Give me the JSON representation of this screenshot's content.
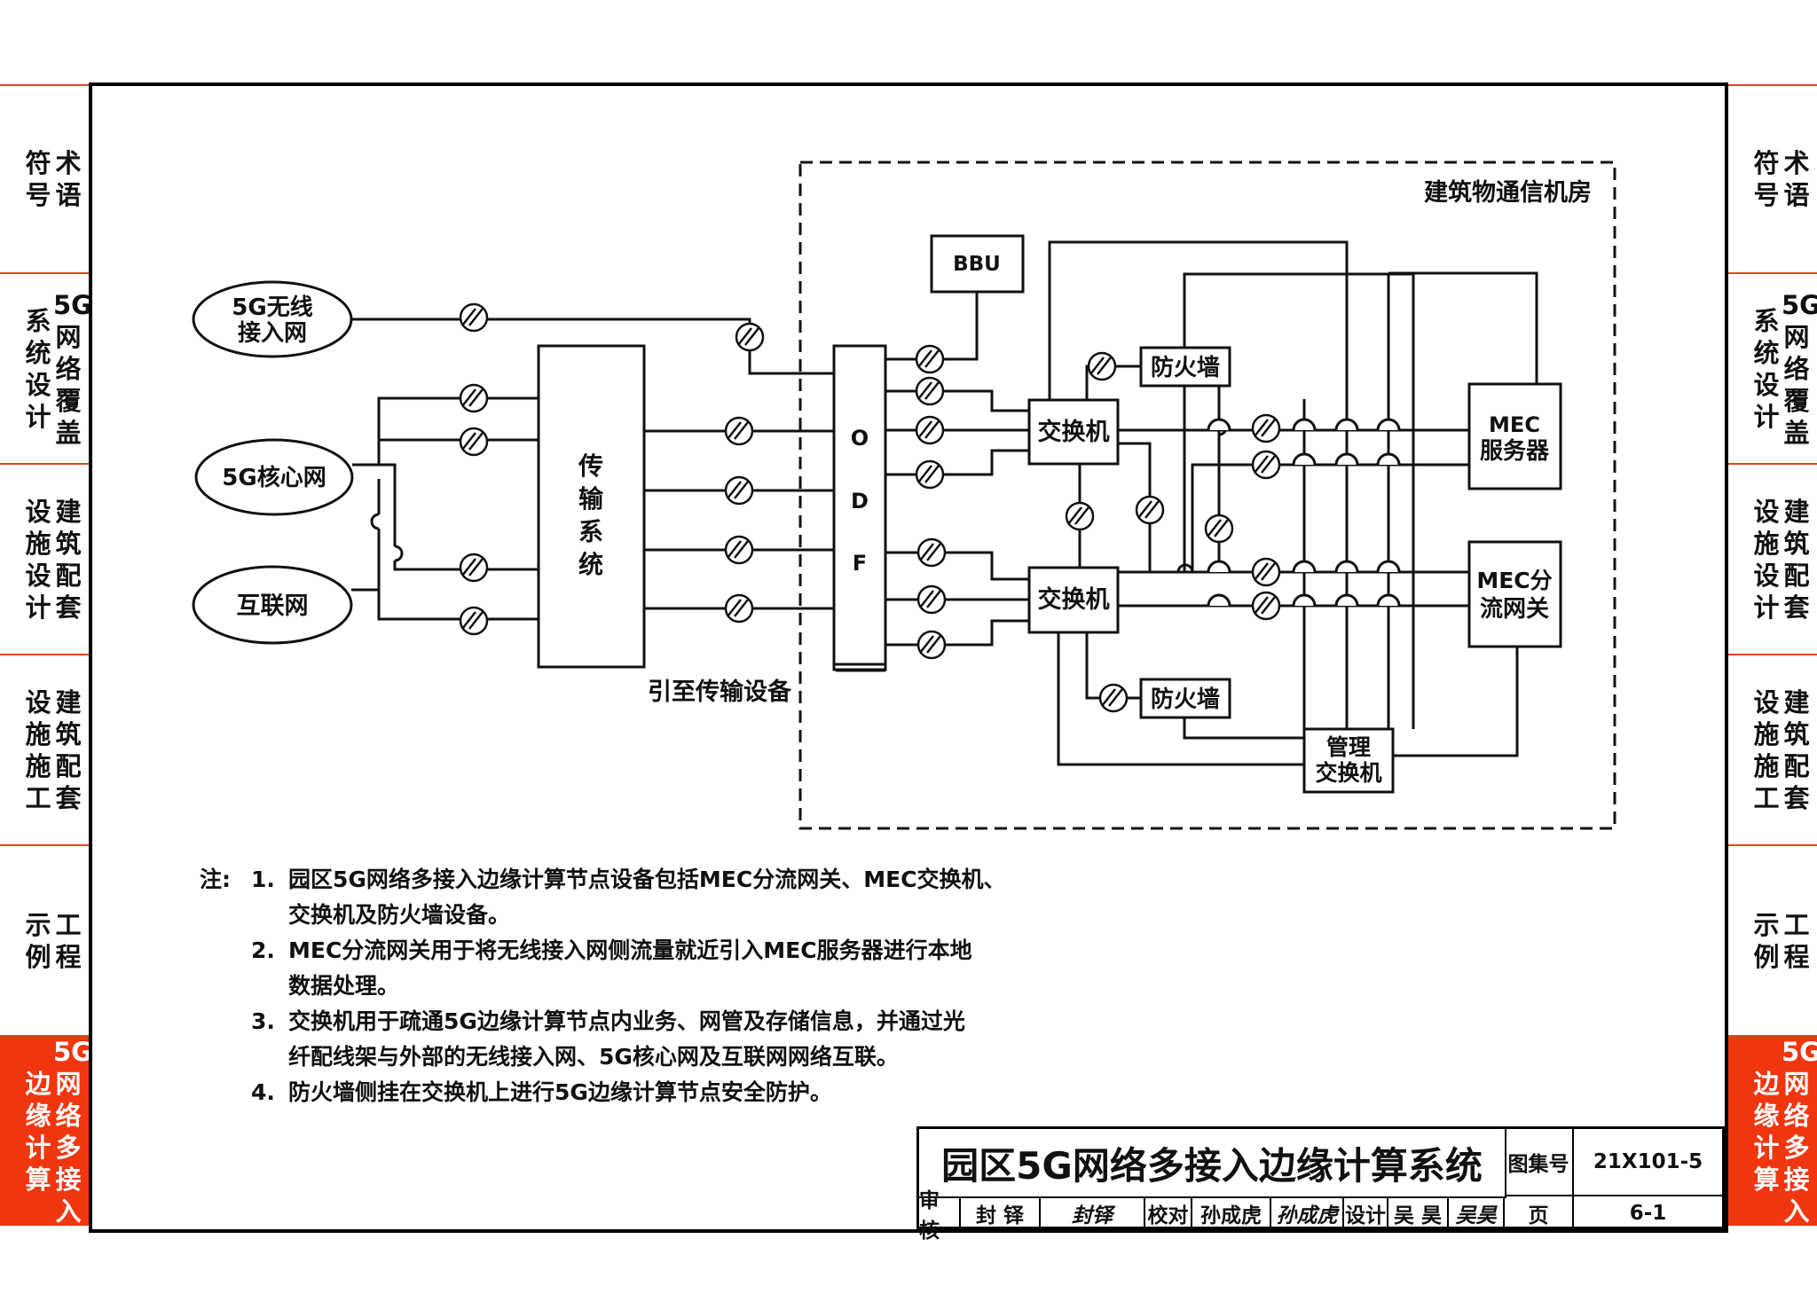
{
  "side_tabs": [
    {
      "lines": [
        "术语",
        "符号"
      ],
      "active": false
    },
    {
      "lines": [
        "5G网络覆盖",
        "系统设计"
      ],
      "active": false
    },
    {
      "lines": [
        "建筑配套",
        "设施设计"
      ],
      "active": false
    },
    {
      "lines": [
        "建筑配套",
        "设施施工"
      ],
      "active": false
    },
    {
      "lines": [
        "工程",
        "示例"
      ],
      "active": false
    },
    {
      "lines": [
        "5G网络多接入",
        "边缘计算"
      ],
      "active": true
    }
  ],
  "diagram": {
    "region_label": "建筑物通信机房",
    "nodes": {
      "wireless": [
        "5G无线",
        "接入网"
      ],
      "core": "5G核心网",
      "internet": "互联网",
      "transport": [
        "传",
        "输",
        "系",
        "统"
      ],
      "odf": [
        "O",
        "D",
        "F"
      ],
      "bbu": "BBU",
      "switch1": "交换机",
      "switch2": "交换机",
      "firewall1": "防火墙",
      "firewall2": "防火墙",
      "mec_server": [
        "MEC",
        "服务器"
      ],
      "mec_gateway": [
        "MEC分",
        "流网关"
      ],
      "mgmt_switch": [
        "管理",
        "交换机"
      ]
    },
    "lead_label": "引至传输设备"
  },
  "notes": {
    "lead": "注:",
    "items": [
      {
        "num": "1.",
        "lines": [
          "园区5G网络多接入边缘计算节点设备包括MEC分流网关、MEC交换机、",
          "交换机及防火墙设备。"
        ]
      },
      {
        "num": "2.",
        "lines": [
          "MEC分流网关用于将无线接入网侧流量就近引入MEC服务器进行本地",
          "数据处理。"
        ]
      },
      {
        "num": "3.",
        "lines": [
          "交换机用于疏通5G边缘计算节点内业务、网管及存储信息，并通过光",
          "纤配线架与外部的无线接入网、5G核心网及互联网网络互联。"
        ]
      },
      {
        "num": "4.",
        "lines": [
          "防火墙侧挂在交换机上进行5G边缘计算节点安全防护。"
        ]
      }
    ]
  },
  "title_block": {
    "title": "园区5G网络多接入边缘计算系统",
    "atlas_label": "图集号",
    "atlas_no": "21X101-5",
    "review_label": "审核",
    "reviewer": "封 铎",
    "reviewer_sig": "封铎",
    "check_label": "校对",
    "checker": "孙成虎",
    "checker_sig": "孙成虎",
    "design_label": "设计",
    "designer": "吴 昊",
    "designer_sig": "吴昊",
    "page_label": "页",
    "page_no": "6-1"
  }
}
